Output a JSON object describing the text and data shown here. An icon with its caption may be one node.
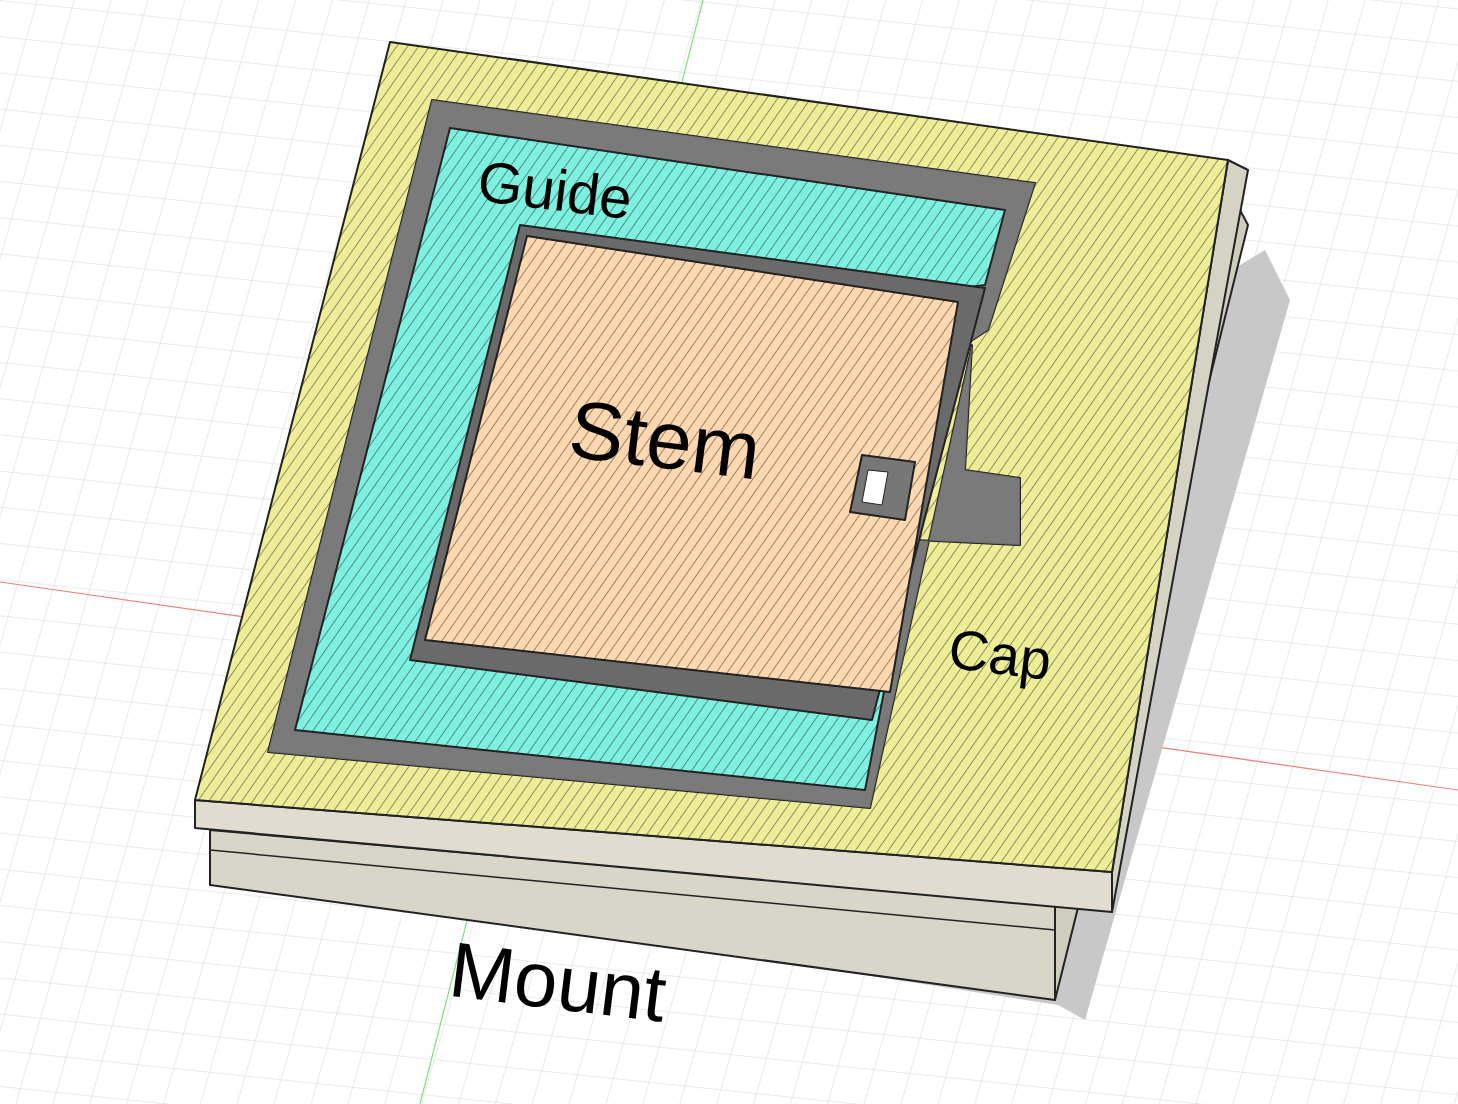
{
  "diagram": {
    "labels": [
      "Guide",
      "Stem",
      "Cap",
      "Mount"
    ]
  }
}
